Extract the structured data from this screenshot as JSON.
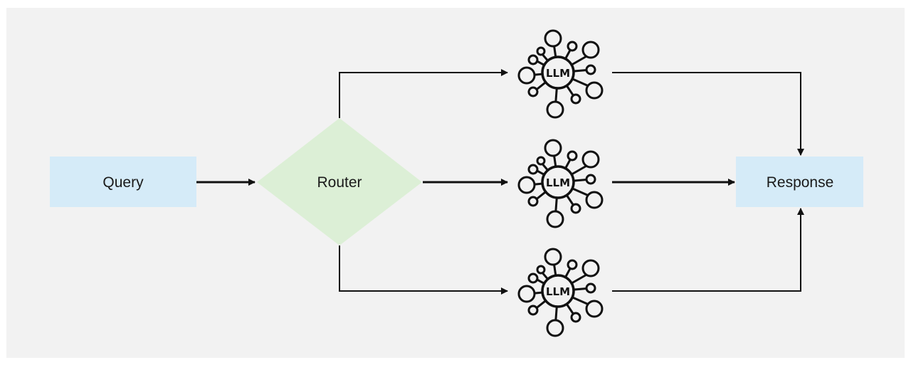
{
  "diagram": {
    "nodes": {
      "query": {
        "label": "Query",
        "fill": "#d5ebf8"
      },
      "router": {
        "label": "Router",
        "fill": "#dcefd6"
      },
      "response": {
        "label": "Response",
        "fill": "#d5ebf8"
      },
      "llms": [
        {
          "label": "LLM",
          "icon": "llm-network-icon"
        },
        {
          "label": "LLM",
          "icon": "llm-network-icon"
        },
        {
          "label": "LLM",
          "icon": "llm-network-icon"
        }
      ]
    },
    "colors": {
      "background": "#f2f2f2",
      "stroke": "#111111"
    }
  }
}
